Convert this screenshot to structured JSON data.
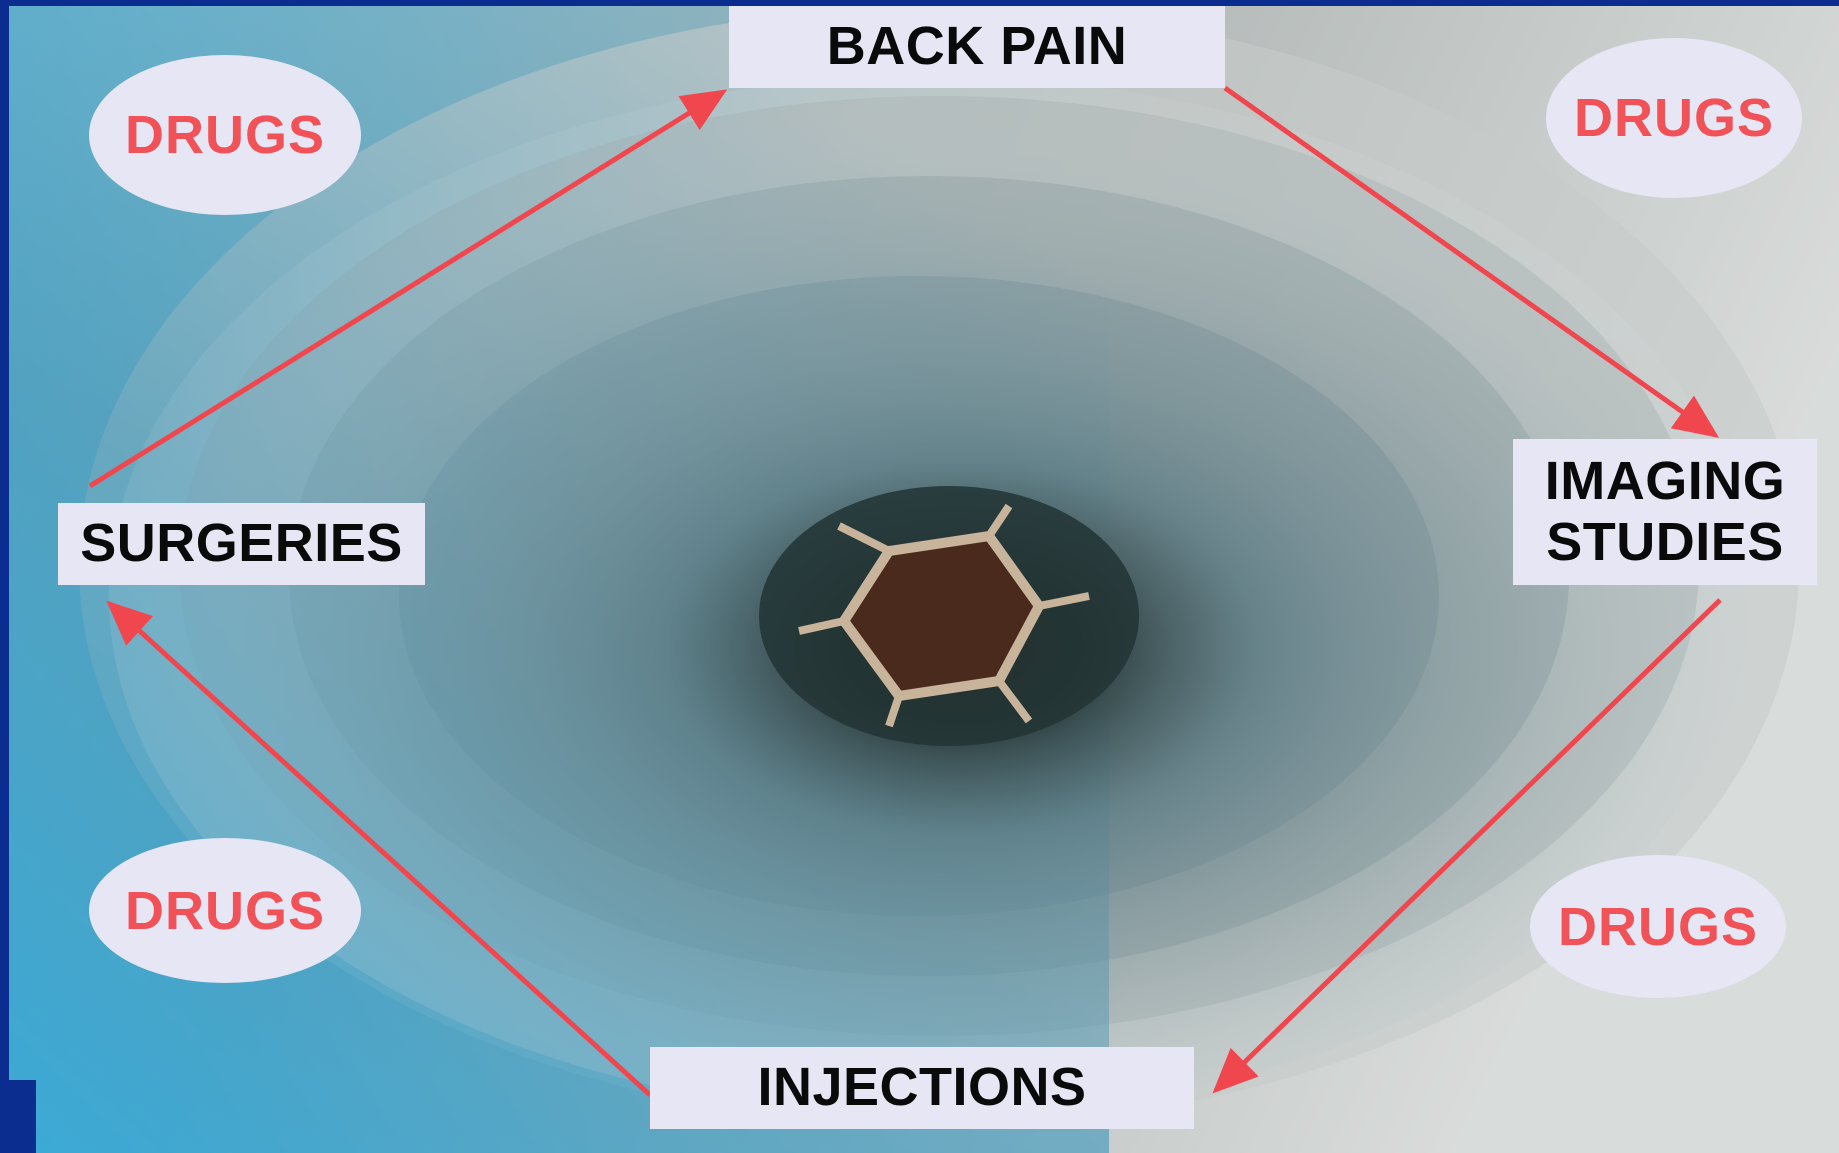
{
  "diagram": {
    "nodes": {
      "top": "BACK PAIN",
      "right": "IMAGING STUDIES",
      "right_line1": "IMAGING",
      "right_line2": "STUDIES",
      "bottom": "INJECTIONS",
      "left": "SURGERIES"
    },
    "ovals": {
      "top_left": "DRUGS",
      "top_right": "DRUGS",
      "bottom_left": "DRUGS",
      "bottom_right": "DRUGS"
    },
    "edges": [
      {
        "from": "BACK PAIN",
        "to": "IMAGING STUDIES"
      },
      {
        "from": "IMAGING STUDIES",
        "to": "INJECTIONS"
      },
      {
        "from": "INJECTIONS",
        "to": "SURGERIES"
      },
      {
        "from": "SURGERIES",
        "to": "BACK PAIN"
      }
    ]
  },
  "colors": {
    "box_fill": "#e6e6f5",
    "node_text": "#0a0a0a",
    "oval_text": "#f05258",
    "arrow": "#f0474e",
    "frame": "#0a2d8f"
  },
  "background": {
    "description_icon": "drain-swirl-photo"
  }
}
